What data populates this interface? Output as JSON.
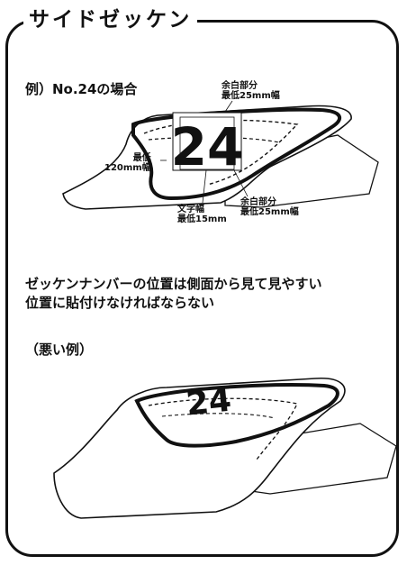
{
  "title": "サイドゼッケン",
  "example_heading": "例）No.24の場合",
  "labels": {
    "margin_top": [
      "余白部分",
      "最低25mm幅"
    ],
    "min_height": [
      "最低",
      "120mm幅"
    ],
    "char_width": [
      "文字幅",
      "最低15mm"
    ],
    "margin_bottom": [
      "余白部分",
      "最低25mm幅"
    ]
  },
  "good_number": "24",
  "instruction_lines": [
    "ゼッケンナンバーの位置は側面から見て見やすい",
    "位置に貼付けなければならない"
  ],
  "bad_heading": "（悪い例）",
  "bad_number": "24"
}
